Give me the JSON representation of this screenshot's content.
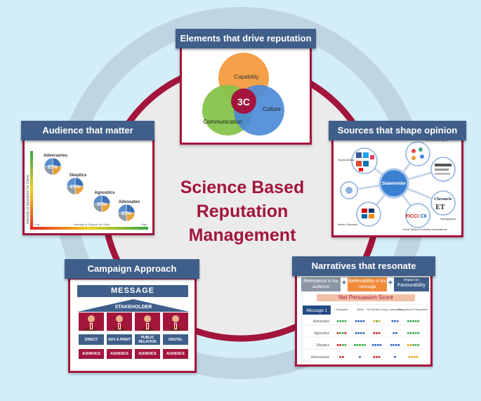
{
  "title": {
    "line1": "Science  Based",
    "line2": "Reputation",
    "line3": "Management"
  },
  "elements": {
    "label": "Elements that drive reputation",
    "capability": "Capability",
    "culture": "Culture",
    "communication": "Communication",
    "center": "3C",
    "colors": {
      "capability": "#f5a04a",
      "culture": "#4a88d8",
      "communication": "#86c34c",
      "center": "#a3153c"
    }
  },
  "audience": {
    "label": "Audience that matter",
    "groups": [
      {
        "name": "Adversaries",
        "pct": "25%"
      },
      {
        "name": "Skeptics",
        "pct": "25%"
      },
      {
        "name": "Agnostics",
        "pct": "25%"
      },
      {
        "name": "Advocates",
        "pct": "25%"
      }
    ],
    "xaxis": "Intensity  of Support for Client",
    "yaxis": "Intensity of opposition for Client",
    "low": "Low",
    "high": "High"
  },
  "sources": {
    "label": "Sources that shape opinion",
    "hub": "Stakeholder",
    "nodes": [
      "Social Media",
      "Peers & Colleagues",
      "News Channels",
      "Newspapers",
      "Think Tanks & Industry Associations"
    ],
    "logos": [
      "Chronicle",
      "FICCI",
      "CII",
      "ET"
    ]
  },
  "campaign": {
    "label": "Campaign Approach",
    "message": "MESSAGE",
    "stakeholder": "STAKEHOLDER",
    "channels": [
      "DIRECT",
      "ADV & PRINT",
      "PUBLIC RELATION",
      "DIGITAL"
    ],
    "audience": "AUDIENCE"
  },
  "narratives": {
    "label": "Narratives that resonate",
    "relevance": {
      "main": "Relevance",
      "small": "to the audience"
    },
    "believability": {
      "main": "Believability",
      "small": "of the message"
    },
    "impact": {
      "main": "Impact on",
      "big": "Favourability"
    },
    "plus": "+",
    "score": "Net Persuasion Score",
    "message": "Message 1",
    "columns": [
      "Employees",
      "Media",
      "Civil Society Groups",
      "Lawmakers",
      "Regulators & Policymakers"
    ],
    "rows": [
      "Advocates",
      "Agnostics",
      "Skeptics",
      "Adversaries"
    ]
  }
}
